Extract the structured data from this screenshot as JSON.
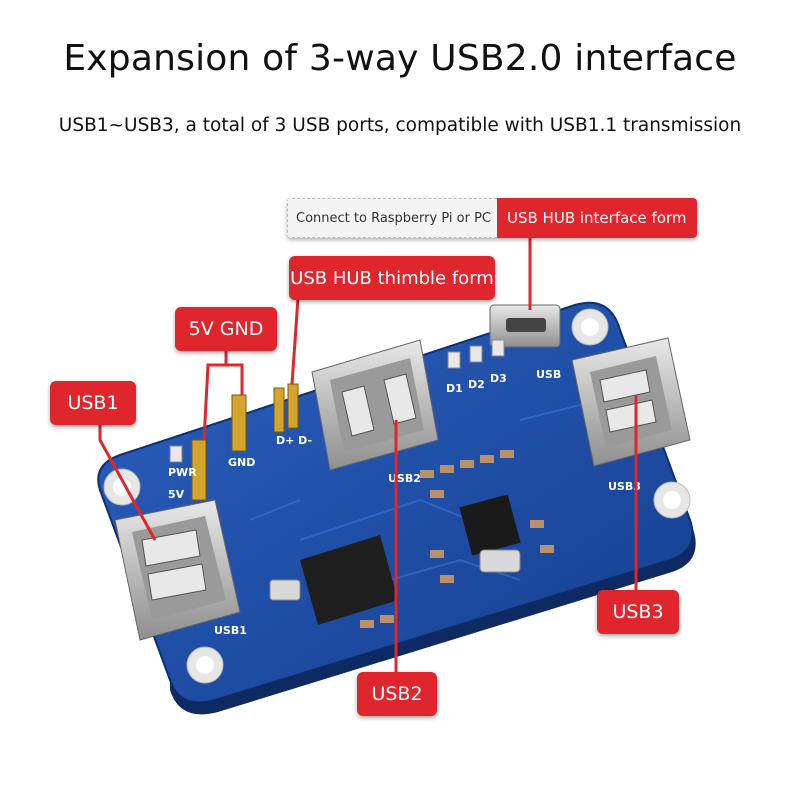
{
  "header": {
    "title": "Expansion of 3-way USB2.0 interface",
    "subtitle": "USB1~USB3, a total of 3 USB ports, compatible with USB1.1 transmission"
  },
  "callouts": {
    "connect_to_pi": "Connect to Raspberry Pi or PC",
    "hub_interface": "USB HUB interface form",
    "hub_thimble": "USB HUB thimble form",
    "power_pins": "5V GND",
    "usb1": "USB1",
    "usb2": "USB2",
    "usb3": "USB3"
  },
  "silkscreen": {
    "pwr": "PWR",
    "gnd": "GND",
    "five_v": "5V",
    "data_pins": "D+ D-",
    "d1": "D1",
    "d2": "D2",
    "d3": "D3",
    "usb": "USB",
    "usb1": "USB1",
    "usb2": "USB2",
    "usb3": "USB3"
  },
  "colors": {
    "callout_red": "#e0262d",
    "pcb_blue": "#1e4ea6"
  }
}
